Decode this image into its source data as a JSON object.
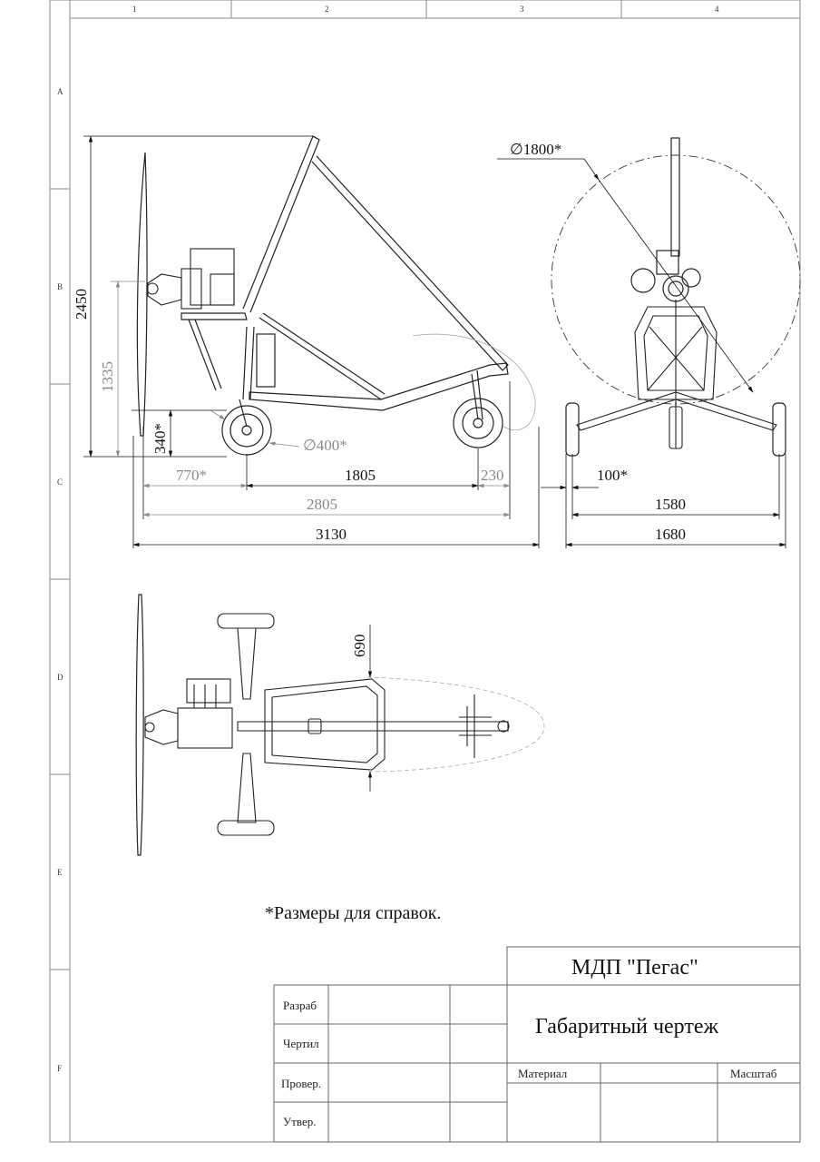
{
  "border": {
    "columns": [
      "1",
      "2",
      "3",
      "4"
    ],
    "rows": [
      "A",
      "B",
      "C",
      "D",
      "E",
      "F"
    ]
  },
  "side_view": {
    "dimensions": {
      "overall_height": "2450",
      "engine_height": "1335",
      "seat_height": "340*",
      "wheel_diameter": "∅400*",
      "front_overhang": "770*",
      "wheelbase": "1805",
      "rear_overhang": "230",
      "frame_length": "2805",
      "overall_length": "3130"
    }
  },
  "front_view": {
    "dimensions": {
      "propeller_diameter": "∅1800*",
      "offset": "100*",
      "track": "1580",
      "overall_width": "1680"
    }
  },
  "top_view": {
    "dimensions": {
      "cage_width": "690"
    }
  },
  "note": "*Размеры для справок.",
  "title_block": {
    "organization": "МДП \"Пегас\"",
    "document_title": "Габаритный чертеж",
    "roles": [
      "Разраб",
      "Чертил",
      "Провер.",
      "Утвер."
    ],
    "material_label": "Материал",
    "scale_label": "Масштаб"
  }
}
